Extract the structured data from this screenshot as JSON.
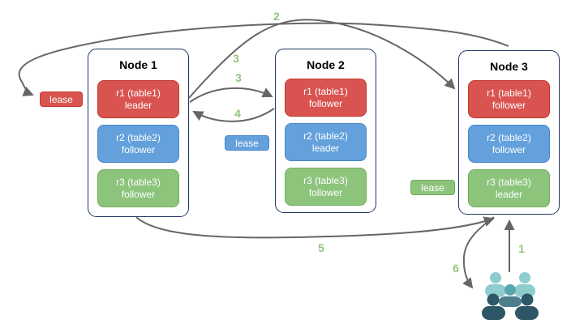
{
  "nodes": [
    {
      "title": "Node 1",
      "replicas": [
        {
          "name": "r1 (table1)",
          "role": "leader"
        },
        {
          "name": "r2 (table2)",
          "role": "follower"
        },
        {
          "name": "r3 (table3)",
          "role": "follower"
        }
      ]
    },
    {
      "title": "Node 2",
      "replicas": [
        {
          "name": "r1 (table1)",
          "role": "follower"
        },
        {
          "name": "r2 (table2)",
          "role": "leader"
        },
        {
          "name": "r3 (table3)",
          "role": "follower"
        }
      ]
    },
    {
      "title": "Node 3",
      "replicas": [
        {
          "name": "r1 (table1)",
          "role": "follower"
        },
        {
          "name": "r2 (table2)",
          "role": "follower"
        },
        {
          "name": "r3 (table3)",
          "role": "leader"
        }
      ]
    }
  ],
  "leases": [
    {
      "label": "lease",
      "color": "#d95450"
    },
    {
      "label": "lease",
      "color": "#64a1dc"
    },
    {
      "label": "lease",
      "color": "#8cc47c"
    }
  ],
  "steps": {
    "s1": "1",
    "s2": "2",
    "s3a": "3",
    "s3b": "3",
    "s4": "4",
    "s5": "5",
    "s6": "6"
  },
  "colors": {
    "replica_red": "#d95450",
    "replica_blue": "#64a1dc",
    "replica_green": "#8cc47c",
    "node_border": "#1f3864",
    "arrow": "#666666",
    "step_label": "#93c47d",
    "users_light_teal": "#8fccce",
    "users_mid_teal": "#5ba5ac",
    "users_dark_slate": "#2d5766"
  },
  "icons": {
    "users_icon": "👥"
  }
}
